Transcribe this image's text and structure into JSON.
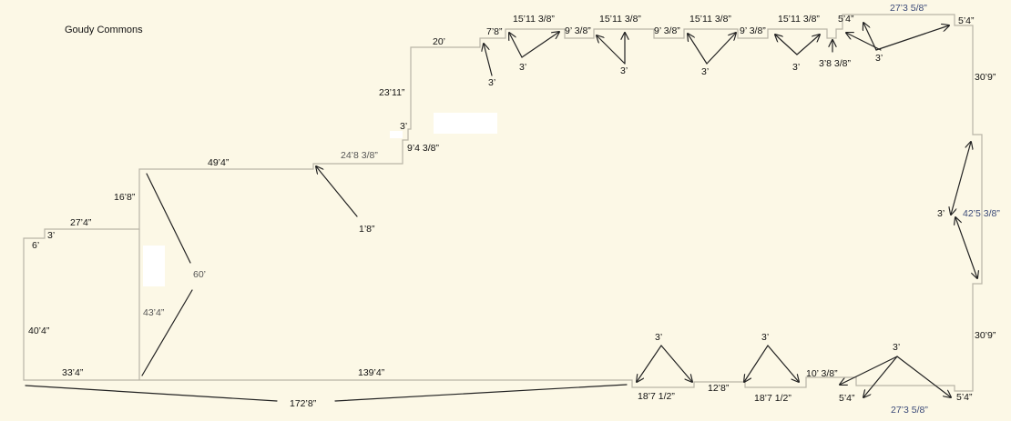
{
  "title": "Goudy Commons",
  "dimensions": {
    "d_20": "20’",
    "d_7_8": "7’8”",
    "d_15_a": "15’11 3/8”",
    "d_9_a": "9’ 3/8”",
    "d_15_b": "15’11 3/8”",
    "d_9_b": "9’ 3/8”",
    "d_15_c": "15’11 3/8”",
    "d_9_c": "9’ 3/8”",
    "d_15_d": "15’11 3/8”",
    "d_5_4_a": "5’4”",
    "d_27_top": "27’3 5/8”",
    "d_5_4_b": "5’4”",
    "d_3_a": "3’",
    "d_3_b": "3’",
    "d_3_c": "3’",
    "d_3_d": "3’",
    "d_3_e": "3’",
    "d_3_f": "3’",
    "d_3_8": "3’8 3/8”",
    "d_30_9_a": "30’9”",
    "d_23_11": "23’11”",
    "d_3_g": "3’",
    "d_9_4": "9’4 3/8”",
    "d_24_8": "24’8 3/8”",
    "d_49_4": "49’4”",
    "d_1_8": "1’8”",
    "d_16_8": "16’8”",
    "d_27_4": "27’4”",
    "d_3_h": "3’",
    "d_6": "6’",
    "d_60": "60’",
    "d_43_4": "43’4”",
    "d_40_4": "40’4”",
    "d_33_4": "33’4”",
    "d_139_4": "139’4”",
    "d_172_8": "172’8”",
    "d_3_i": "3’",
    "d_42_5": "42’5 3/8”",
    "d_30_9_b": "30’9”",
    "d_3_j": "3’",
    "d_3_k": "3’",
    "d_3_l": "3’",
    "d_18_7_a": "18’7 1/2”",
    "d_12_8": "12’8”",
    "d_18_7_b": "18’7 1/2”",
    "d_10_3": "10’ 3/8”",
    "d_5_4_c": "5’4”",
    "d_27_bottom": "27’3 5/8”",
    "d_5_4_d": "5’4”"
  }
}
